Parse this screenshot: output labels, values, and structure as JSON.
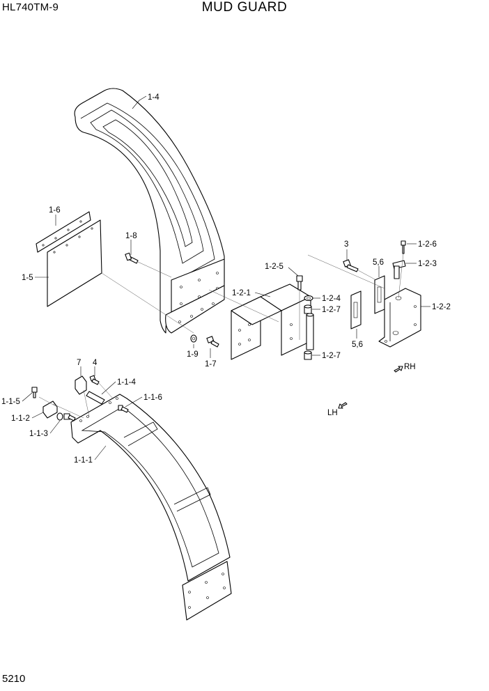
{
  "header": {
    "model": "HL740TM-9",
    "title": "MUD GUARD"
  },
  "footer": {
    "page_number": "5210"
  },
  "callouts": {
    "c_1_4": "1-4",
    "c_1_6": "1-6",
    "c_1_5": "1-5",
    "c_1_8": "1-8",
    "c_1_9": "1-9",
    "c_1_7": "1-7",
    "c_1_2_1": "1-2-1",
    "c_1_2_5": "1-2-5",
    "c_1_2_4": "1-2-4",
    "c_1_2_7a": "1-2-7",
    "c_1_2_7b": "1-2-7",
    "c_3": "3",
    "c_5_6a": "5,6",
    "c_5_6b": "5,6",
    "c_1_2_6": "1-2-6",
    "c_1_2_3": "1-2-3",
    "c_1_2_2": "1-2-2",
    "c_7": "7",
    "c_4": "4",
    "c_1_1_4": "1-1-4",
    "c_1_1_6": "1-1-6",
    "c_1_1_5": "1-1-5",
    "c_1_1_2": "1-1-2",
    "c_1_1_3": "1-1-3",
    "c_1_1_1": "1-1-1"
  },
  "direction": {
    "rh": "RH",
    "lh": "LH"
  }
}
